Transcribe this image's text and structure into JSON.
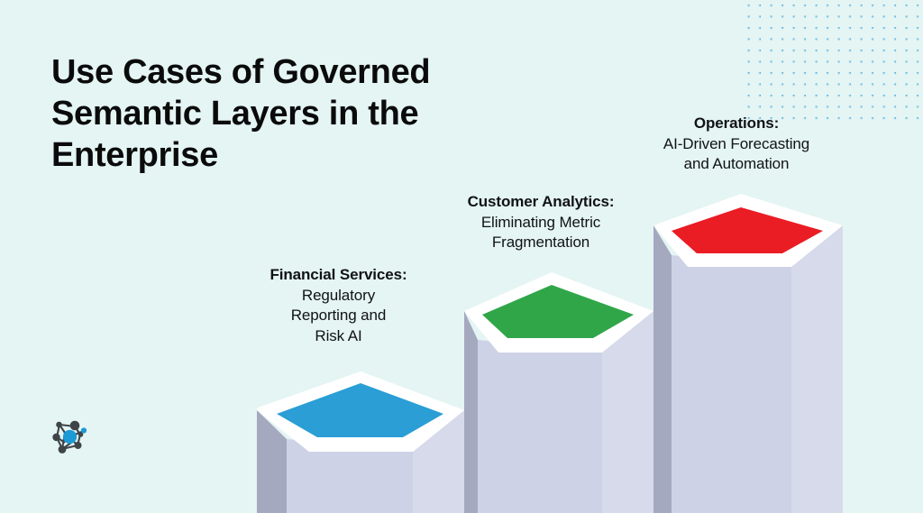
{
  "page": {
    "title": "Use Cases of Governed\nSemantic Layers in the\nEnterprise",
    "background_color": "#e4f5f3",
    "title_color": "#0b0b0b"
  },
  "decoration": {
    "dot_grid": {
      "name": "dot-grid-pattern",
      "color": "#1f95d8",
      "columns": 16,
      "rows": 11,
      "spacing": 12.5,
      "dot_size": 2.6
    }
  },
  "logo": {
    "name": "network-nodes-logo",
    "node_color": "#3f4449",
    "accent_color": "#1b9ad6"
  },
  "steps": [
    {
      "id": "financial-services",
      "heading": "Financial Services:",
      "body": "Regulatory\nReporting and\nRisk AI",
      "hex_color": "#2a9ed5",
      "top_face_color": "#ffffff",
      "front_face_color": "#ced2e6",
      "left_face_color": "#a5a9bf",
      "right_face_color": "#d6daea"
    },
    {
      "id": "customer-analytics",
      "heading": "Customer Analytics:",
      "body": "Eliminating Metric\nFragmentation",
      "hex_color": "#30a649",
      "top_face_color": "#ffffff",
      "front_face_color": "#ced2e6",
      "left_face_color": "#a5a9bf",
      "right_face_color": "#d6daea"
    },
    {
      "id": "operations",
      "heading": "Operations:",
      "body": "AI-Driven Forecasting\nand Automation",
      "hex_color": "#ea1c24",
      "top_face_color": "#ffffff",
      "front_face_color": "#ced2e6",
      "left_face_color": "#a5a9bf",
      "right_face_color": "#d6daea"
    }
  ]
}
